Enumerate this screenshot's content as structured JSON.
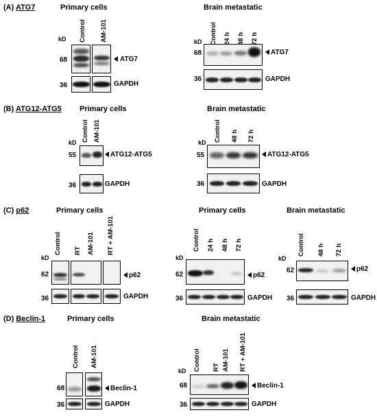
{
  "figure": {
    "panel_a": {
      "label": "(A)",
      "target": "ATG7",
      "primary": {
        "title": "Primary cells",
        "kd": "kD",
        "lanes": [
          "Control",
          "AM-101"
        ],
        "mw_top": "68",
        "mw_bottom": "36",
        "band_top": "ATG7",
        "band_bottom": "GAPDH"
      },
      "brain": {
        "title": "Brain metastatic",
        "kd": "kD",
        "lanes": [
          "Control",
          "24 h",
          "48 h",
          "72 h"
        ],
        "mw_top": "68",
        "mw_bottom": "36",
        "band_top": "ATG7",
        "band_bottom": "GAPDH"
      }
    },
    "panel_b": {
      "label": "(B)",
      "target": "ATG12-ATG5",
      "primary": {
        "title": "Primary cells",
        "kd": "kD",
        "lanes": [
          "Control",
          "AM-101"
        ],
        "mw_top": "55",
        "mw_bottom": "36",
        "band_top": "ATG12-ATG5",
        "band_bottom": "GAPDH"
      },
      "brain": {
        "title": "Brain metastatic",
        "kd": "kD",
        "lanes": [
          "Control",
          "48 h",
          "72 h"
        ],
        "mw_top": "55",
        "mw_bottom": "36",
        "band_top": "ATG12-ATG5",
        "band_bottom": "GAPDH"
      }
    },
    "panel_c": {
      "label": "(C)",
      "target": "p62",
      "primary": {
        "title": "Primary cells",
        "kd": "kD",
        "lanes": [
          "Control",
          "RT",
          "AM-101",
          "RT + AM-101"
        ],
        "mw_top": "62",
        "mw_bottom": "36",
        "band_top": "p62",
        "band_bottom": "GAPDH"
      },
      "primary_time": {
        "title": "Primary cells",
        "kd": "kD",
        "lanes": [
          "Control",
          "24 h",
          "48 h",
          "72 h"
        ],
        "mw_top": "62",
        "mw_bottom": "36",
        "band_top": "p62",
        "band_bottom": "GAPDH"
      },
      "brain": {
        "title": "Brain metastatic",
        "kd": "kD",
        "lanes": [
          "Control",
          "48 h",
          "72 h"
        ],
        "mw_top": "62",
        "mw_bottom": "36",
        "band_top": "p62",
        "band_bottom": "GAPDH"
      }
    },
    "panel_d": {
      "label": "(D)",
      "target": "Beclin-1",
      "primary": {
        "title": "Primary cells",
        "kd": "kD",
        "lanes": [
          "Control",
          "AM-101"
        ],
        "mw_top": "68",
        "mw_bottom": "36",
        "band_top": "Beclin-1",
        "band_bottom": "GAPDH"
      },
      "brain": {
        "title": "Brain metastatic",
        "kd": "kD",
        "lanes": [
          "Control",
          "RT",
          "AM-101",
          "RT + AM-101"
        ],
        "mw_top": "68",
        "mw_bottom": "36",
        "band_top": "Beclin-1",
        "band_bottom": "GAPDH"
      }
    }
  }
}
